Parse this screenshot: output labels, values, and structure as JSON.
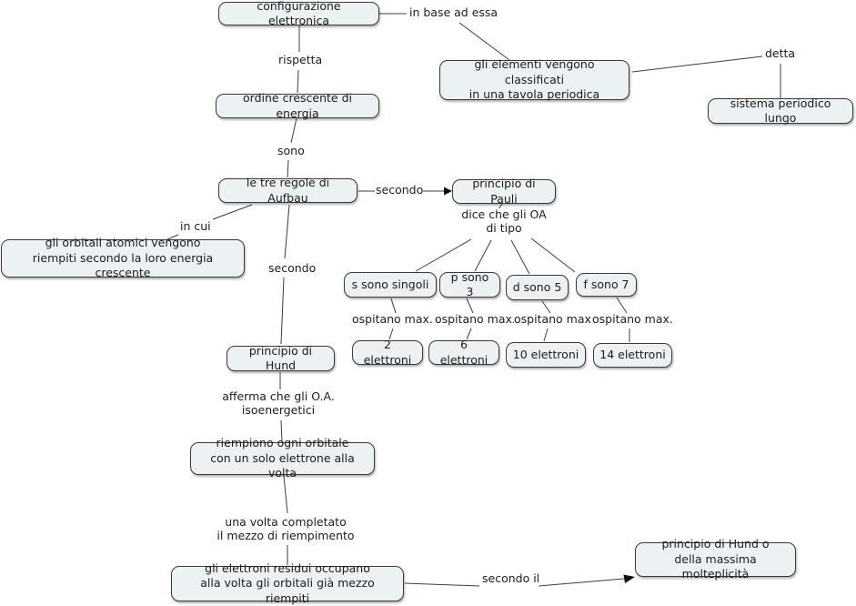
{
  "diagram": {
    "title": "mappa concettuale configurazione elettronica",
    "colors": {
      "node_fill": "#ecf1f4",
      "node_border": "#3a3a3a",
      "connector": "#3c3c3c",
      "text": "#1c1c1c",
      "background": "#ffffff"
    },
    "nodes": {
      "configurazione": "configurazione elettronica",
      "ordine": "ordine crescente di energia",
      "aufbau": "le tre regole di Aufbau",
      "elementi": "gli elementi vengono classificati\nin una tavola periodica",
      "sistema": "sistema periodico lungo",
      "pauli": "principio di Pauli",
      "s_singoli": "s sono singoli",
      "p_3": "p sono 3",
      "d_5": "d sono 5",
      "f_7": "f sono 7",
      "e2": "2 elettroni",
      "e6": "6 elettroni",
      "e10": "10 elettroni",
      "e14": "14 elettroni",
      "orbitali": "gli orbitali atomici vengono\nriempiti secondo la loro energia crescente",
      "hund": "principio di Hund",
      "riempiono": "riempiono ogni orbitale\ncon un solo elettrone alla volta",
      "residui": "gli elettroni residui occupano\nalla volta gli orbitali già mezzo riempiti",
      "hund_molteplicita": "principio di Hund o\ndella massima molteplicità"
    },
    "labels": {
      "in_base": "in base ad essa",
      "rispetta": "rispetta",
      "sono": "sono",
      "detta": "detta",
      "secondo_pauli": "secondo",
      "dice_che": "dice che gli OA\ndi tipo",
      "in_cui": "in cui",
      "secondo_hund": "secondo",
      "ospitano_max": "ospitano max.",
      "afferma": "afferma che gli O.A.\nisoenergetici",
      "una_volta": "una volta completato\nil mezzo di riempimento",
      "secondo_il": "secondo il"
    }
  }
}
